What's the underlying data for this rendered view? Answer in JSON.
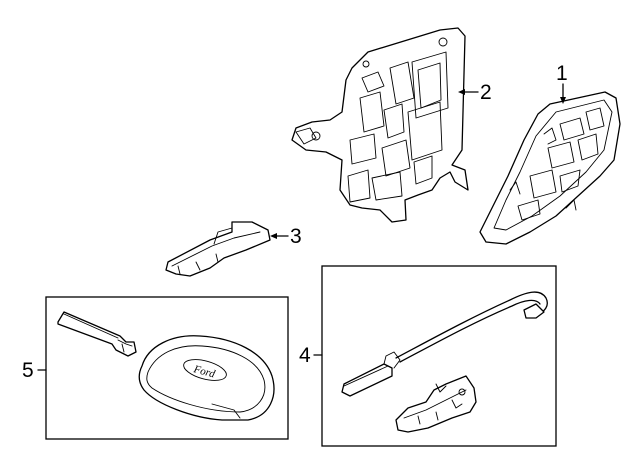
{
  "callouts": {
    "c1": "1",
    "c2": "2",
    "c3": "3",
    "c4": "4",
    "c5": "5"
  },
  "key_fob": {
    "logo_text": "Ford"
  }
}
